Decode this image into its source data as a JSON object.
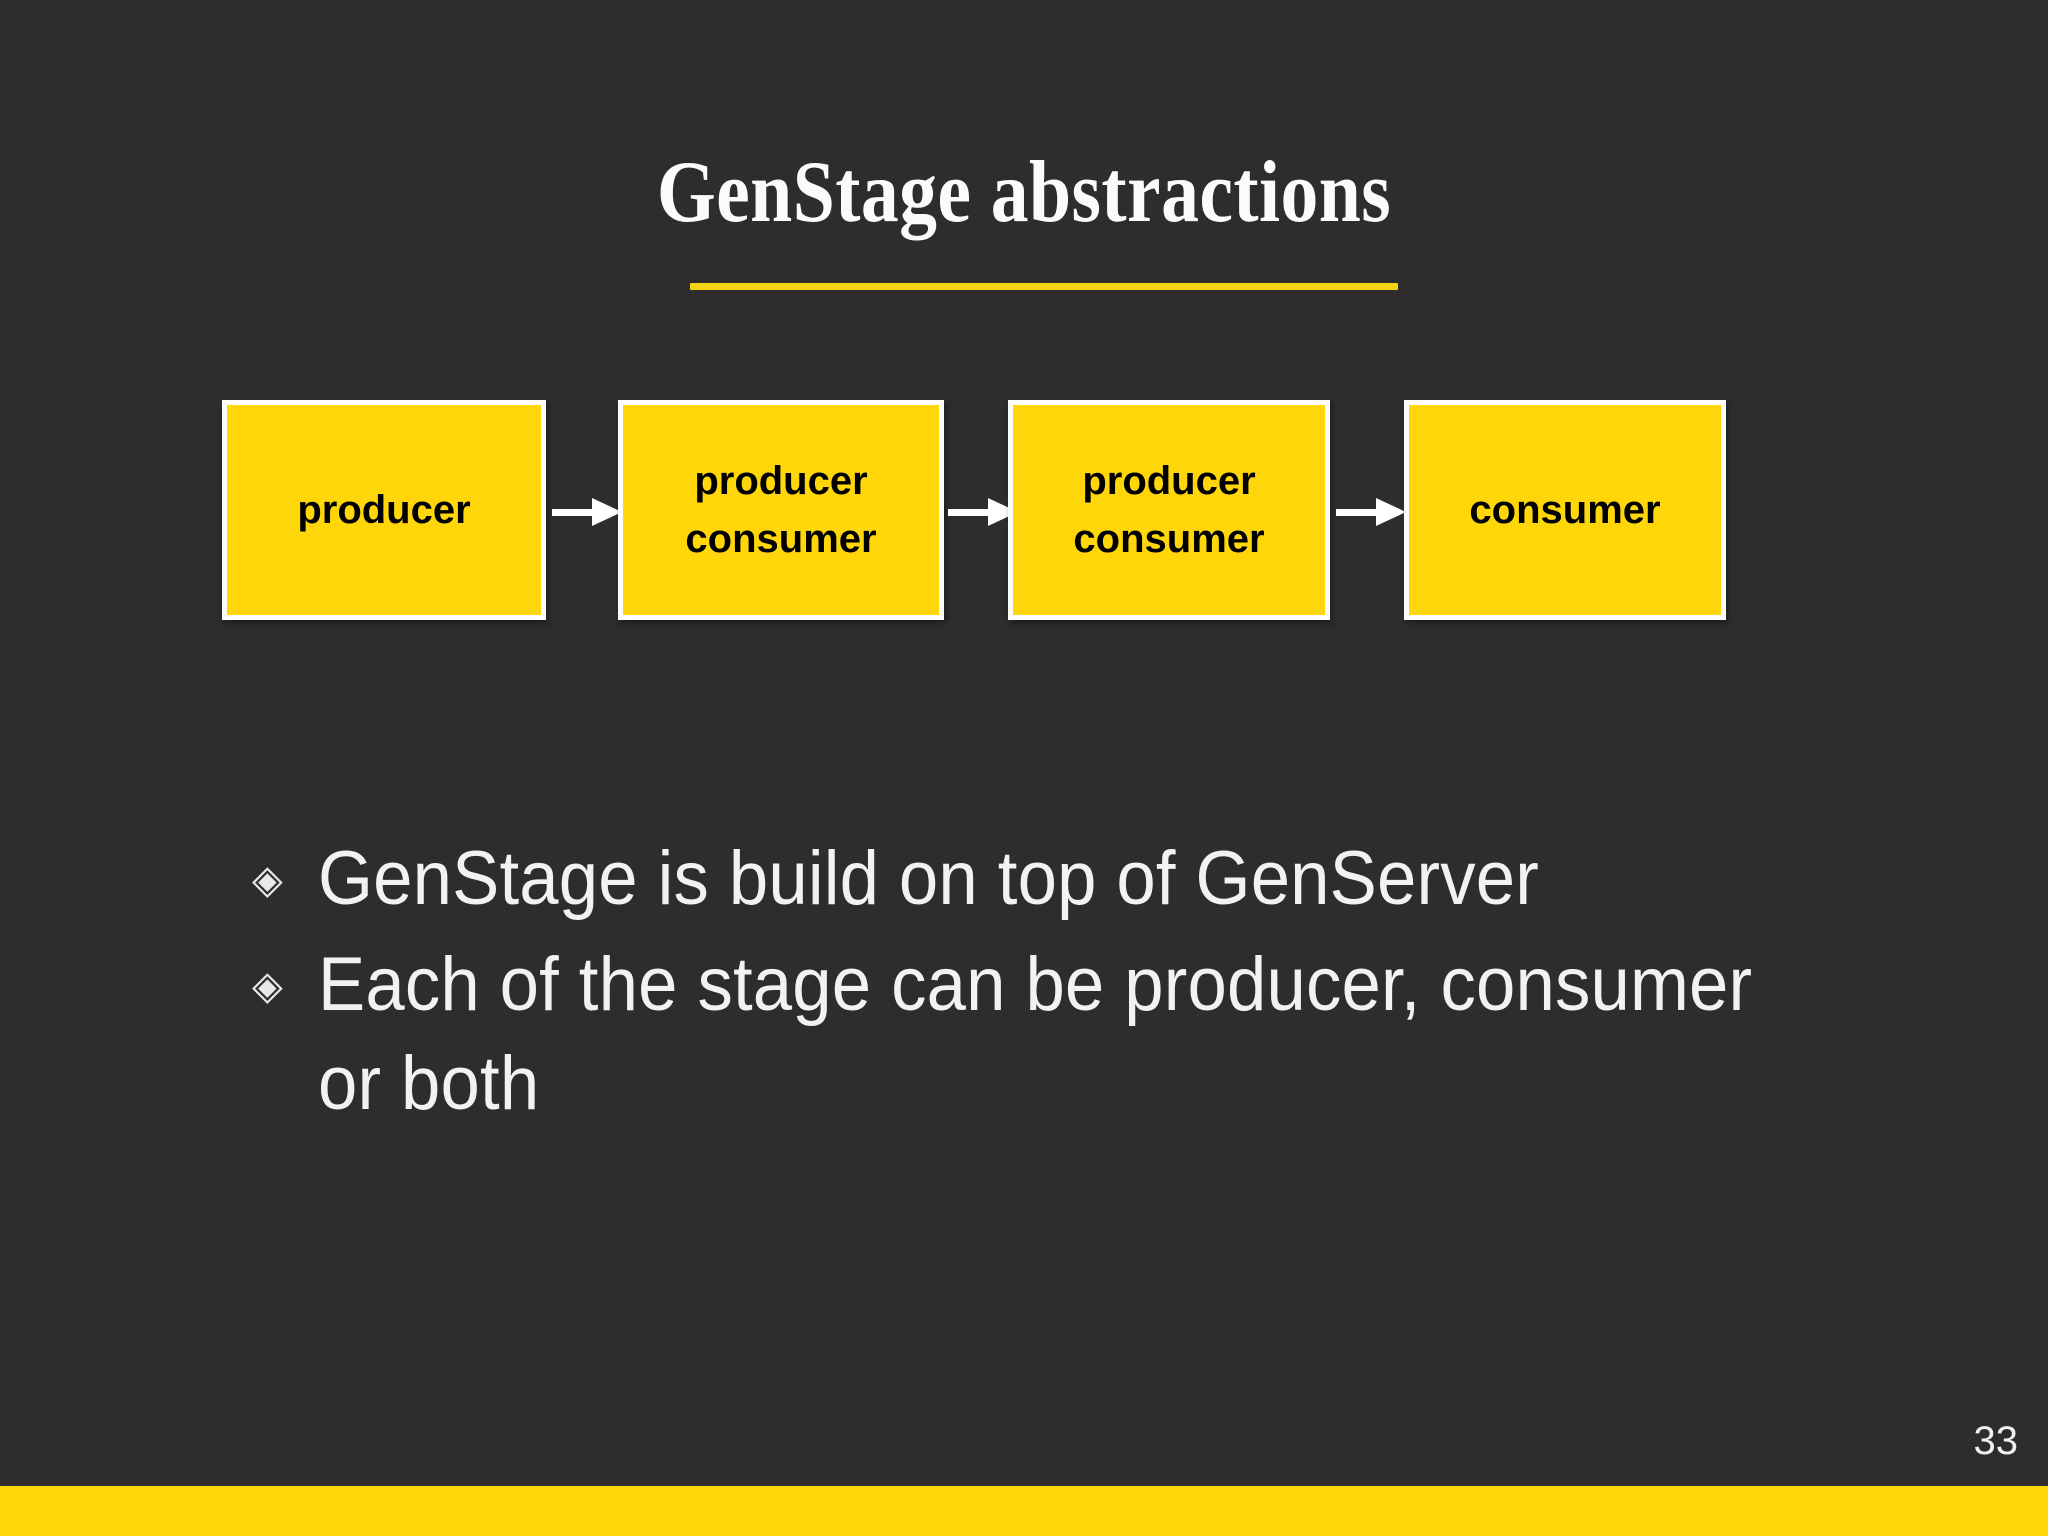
{
  "slide": {
    "title": "GenStage abstractions",
    "page_number": "33",
    "background_color": "#2e2c2c",
    "accent_color": "#ffd60a",
    "rule_color": "#f5d312",
    "text_color": "#f2f2f2"
  },
  "diagram": {
    "type": "flow",
    "nodes": [
      {
        "id": "node-1",
        "label": "producer"
      },
      {
        "id": "node-2",
        "label": "producer\nconsumer"
      },
      {
        "id": "node-3",
        "label": "producer\nconsumer"
      },
      {
        "id": "node-4",
        "label": "consumer"
      }
    ],
    "arrows": [
      {
        "from": "node-1",
        "to": "node-2",
        "glyph": "arrow-right-icon"
      },
      {
        "from": "node-2",
        "to": "node-3",
        "glyph": "arrow-right-icon"
      },
      {
        "from": "node-3",
        "to": "node-4",
        "glyph": "arrow-right-icon"
      }
    ]
  },
  "bullets": {
    "marker": "◈",
    "items": [
      {
        "text": "GenStage is build on top of GenServer"
      },
      {
        "text": "Each of the stage can be producer, consumer or both"
      }
    ]
  }
}
